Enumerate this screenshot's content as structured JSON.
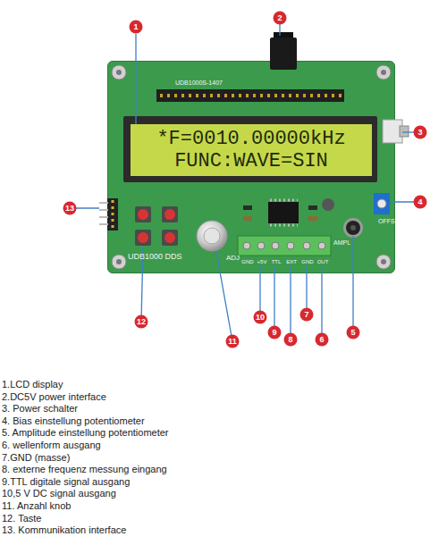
{
  "diagram": {
    "nodes": [
      {
        "text": [
          "UDB1000S-1407",
          "UDB1000 DDS",
          "ADJ",
          "AMPL",
          "OFFS",
          "GND",
          "+5V",
          "TTL",
          "EXT",
          "GND",
          "OUT"
        ]
      },
      {
        "text": [
          "*F=0010.00000kHz",
          "FUNC:WAVE=SIN"
        ],
        "in": 0
      },
      {
        "text": [
          "1"
        ]
      },
      {
        "text": [
          "2"
        ]
      },
      {
        "text": [
          "3"
        ]
      },
      {
        "text": [
          "4"
        ]
      },
      {
        "text": [
          "5"
        ]
      },
      {
        "text": [
          "6"
        ]
      },
      {
        "text": [
          "7"
        ]
      },
      {
        "text": [
          "8"
        ]
      },
      {
        "text": [
          "9"
        ]
      },
      {
        "text": [
          "10"
        ]
      },
      {
        "text": [
          "11"
        ]
      },
      {
        "text": [
          "12"
        ]
      },
      {
        "text": [
          "13"
        ]
      }
    ],
    "edges": [
      {
        "from": 2,
        "to": 1,
        "arrow": "none"
      }
    ],
    "labels": [
      "1.LCD display",
      "2.DC5V power interface",
      "3. Power schalter",
      "4. Bias einstellung potentiometer",
      "5. Amplitude einstellung potentiometer",
      "6. wellenform ausgang",
      "7.GND (masse)",
      "8. externe frequenz messung eingang",
      "9.TTL digitale signal ausgang",
      "10,5 V DC signal ausgang",
      "11. Anzahl knob",
      "12. Taste",
      "13. Kommunikation interface"
    ]
  }
}
